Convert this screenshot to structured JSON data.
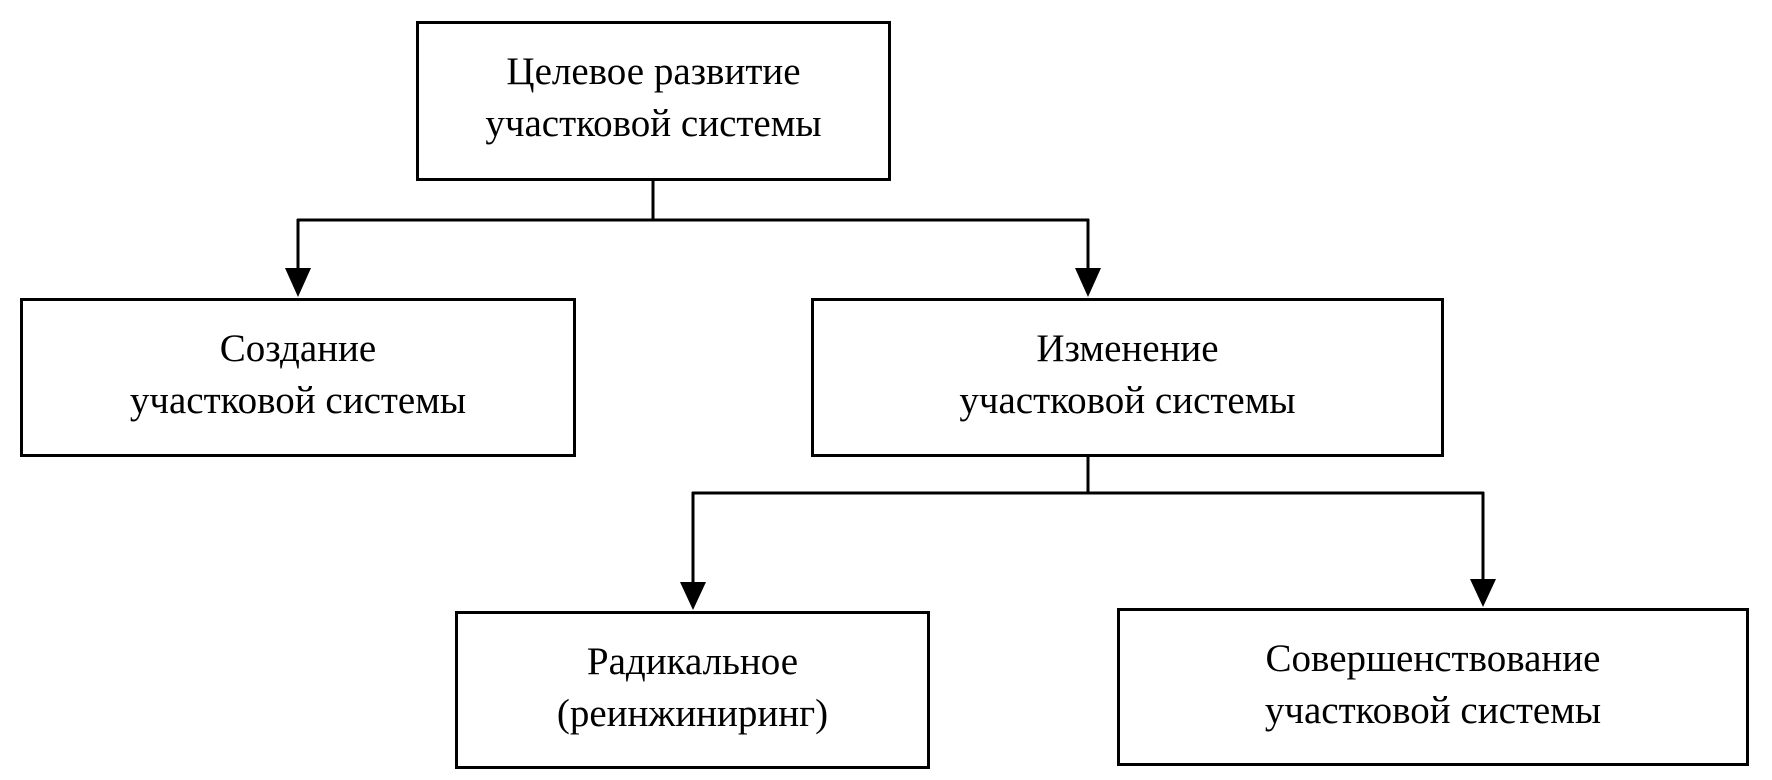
{
  "diagram": {
    "type": "hierarchy",
    "nodes": {
      "root": {
        "lines": [
          "Целевое развитие",
          "участковой системы"
        ]
      },
      "create": {
        "lines": [
          "Создание",
          "участковой системы"
        ]
      },
      "change": {
        "lines": [
          "Изменение",
          "участковой системы"
        ]
      },
      "radical": {
        "lines": [
          "Радикальное",
          "(реинжиниринг)"
        ]
      },
      "improve": {
        "lines": [
          "Совершенствование",
          "участковой системы"
        ]
      }
    },
    "edges": [
      {
        "from": "root",
        "to": "create"
      },
      {
        "from": "root",
        "to": "change"
      },
      {
        "from": "change",
        "to": "radical"
      },
      {
        "from": "change",
        "to": "improve"
      }
    ],
    "colors": {
      "stroke": "#000000",
      "background": "#ffffff",
      "text": "#000000"
    }
  }
}
